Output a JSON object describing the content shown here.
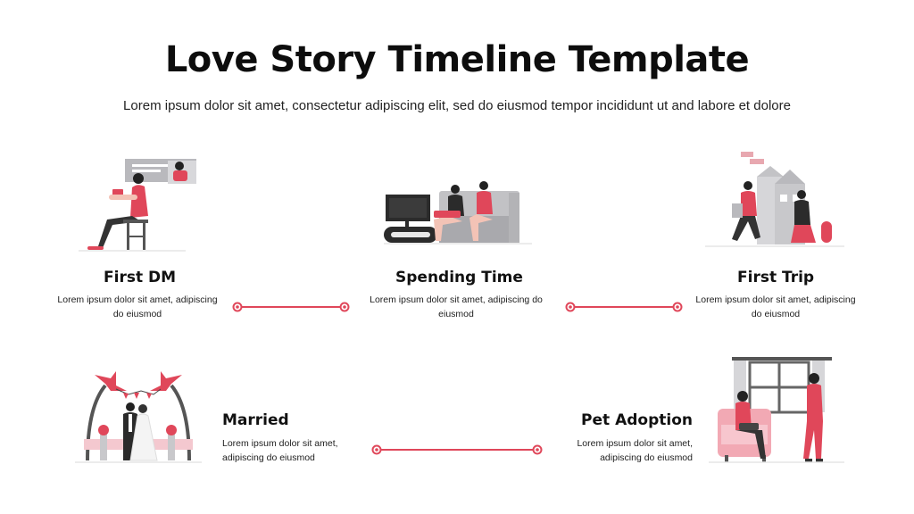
{
  "title": "Love Story Timeline Template",
  "subtitle": "Lorem ipsum dolor sit amet, consectetur adipiscing elit, sed do eiusmod tempor incididunt ut and labore et dolore",
  "accent_color": "#e0475a",
  "milestones": [
    {
      "heading": "First DM",
      "desc_line1": "Lorem ipsum dolor sit amet, adipiscing",
      "desc_line2": "do eiusmod",
      "icon": "chat-message-illustration-icon"
    },
    {
      "heading": "Spending Time",
      "desc_line1": "Lorem ipsum dolor sit amet, adipiscing do",
      "desc_line2": "eiusmod",
      "icon": "couple-sofa-tv-illustration-icon"
    },
    {
      "heading": "First Trip",
      "desc_line1": "Lorem ipsum dolor sit amet, adipiscing",
      "desc_line2": "do eiusmod",
      "icon": "couple-travel-illustration-icon"
    },
    {
      "heading": "Married",
      "desc_line1": "Lorem ipsum dolor sit amet,",
      "desc_line2": "adipiscing do eiusmod",
      "icon": "wedding-couple-illustration-icon"
    },
    {
      "heading": "Pet Adoption",
      "desc_line1": "Lorem ipsum dolor sit amet,",
      "desc_line2": "adipiscing do eiusmod",
      "icon": "pet-adoption-illustration-icon"
    }
  ]
}
